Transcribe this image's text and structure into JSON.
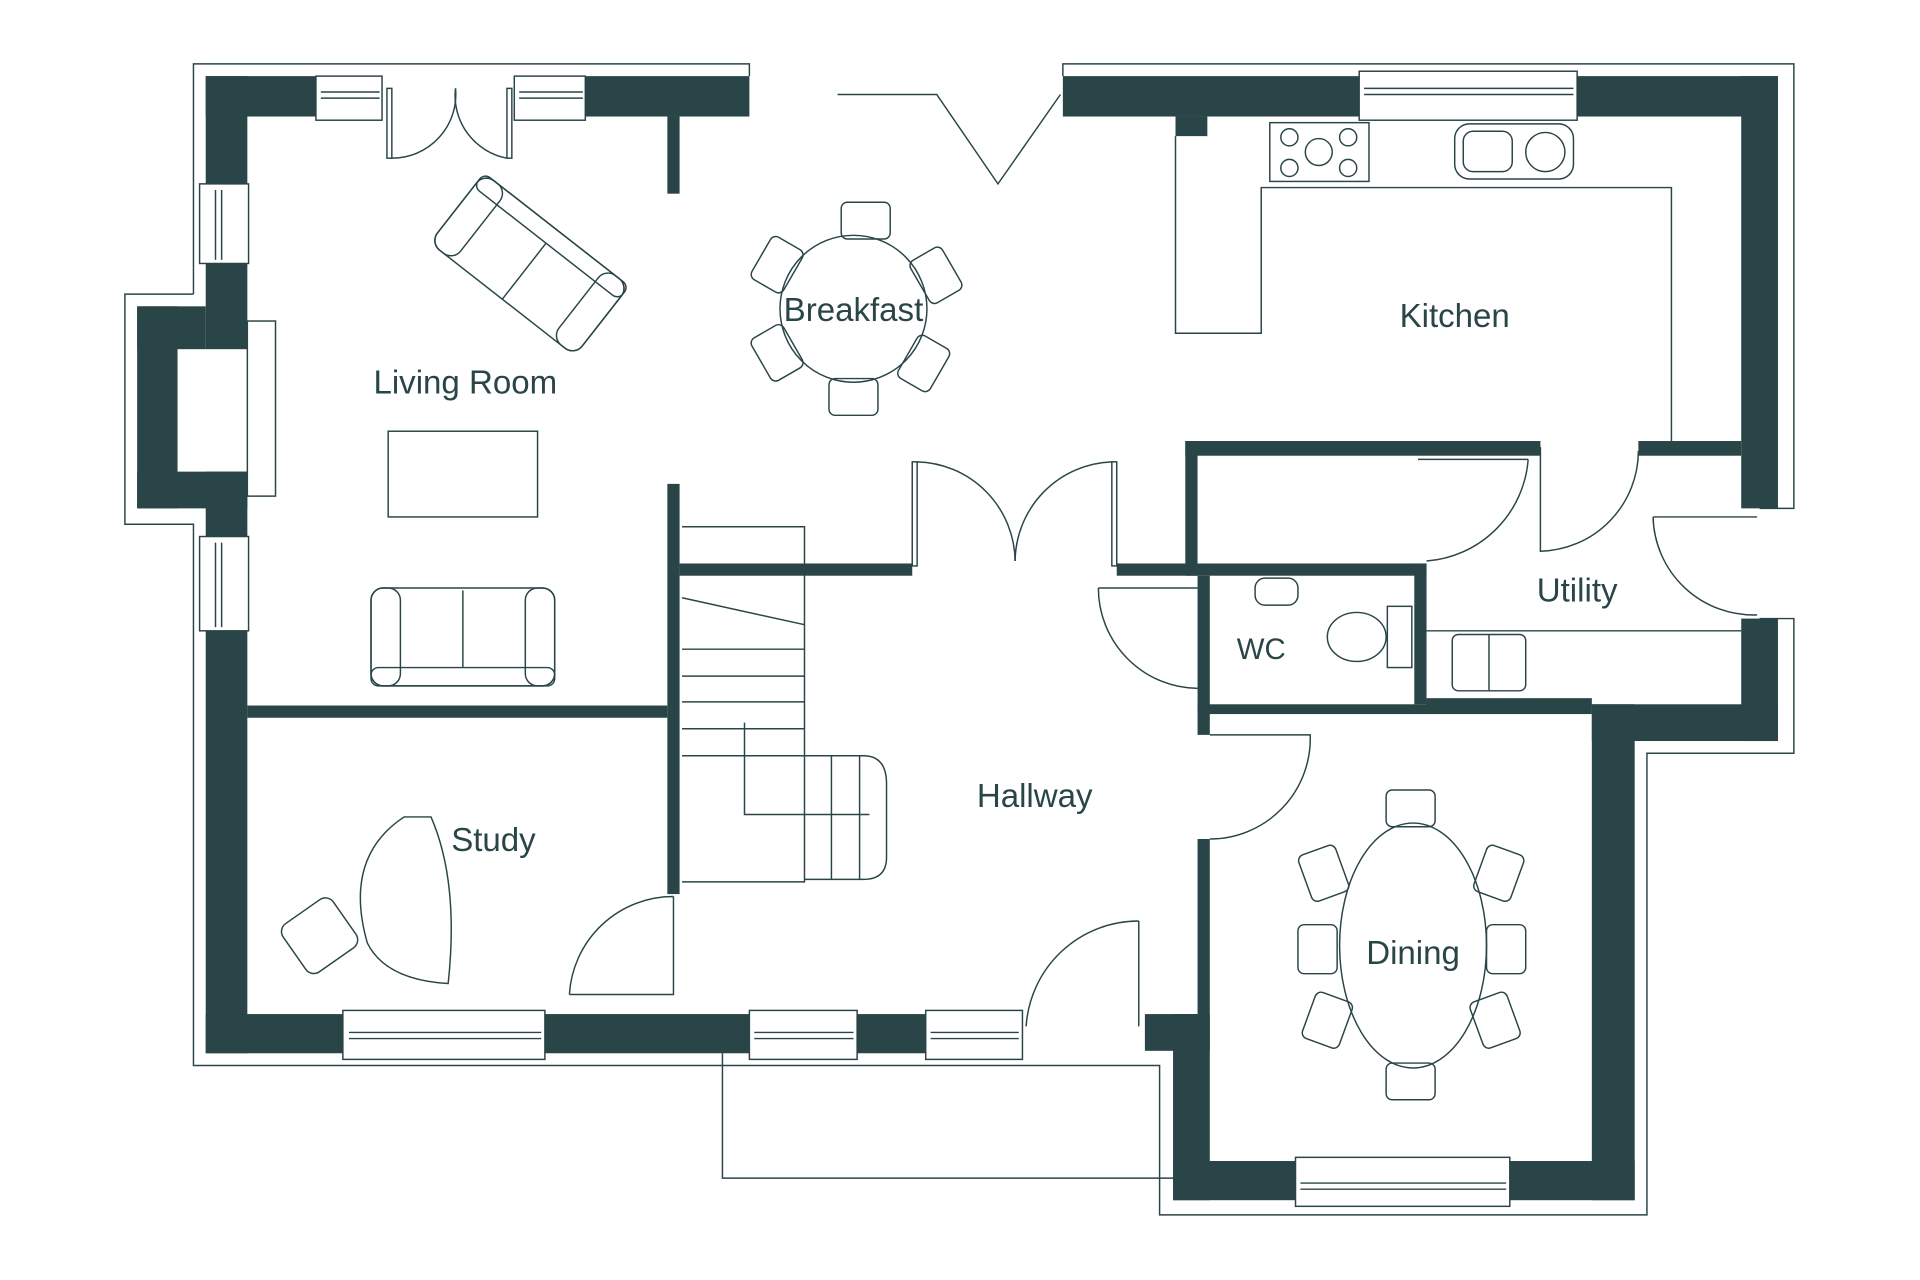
{
  "colors": {
    "wall": "#2a4547",
    "background": "#ffffff"
  },
  "rooms": {
    "living_room": "Living Room",
    "breakfast": "Breakfast",
    "kitchen": "Kitchen",
    "utility": "Utility",
    "wc": "WC",
    "hallway": "Hallway",
    "study": "Study",
    "dining": "Dining"
  }
}
